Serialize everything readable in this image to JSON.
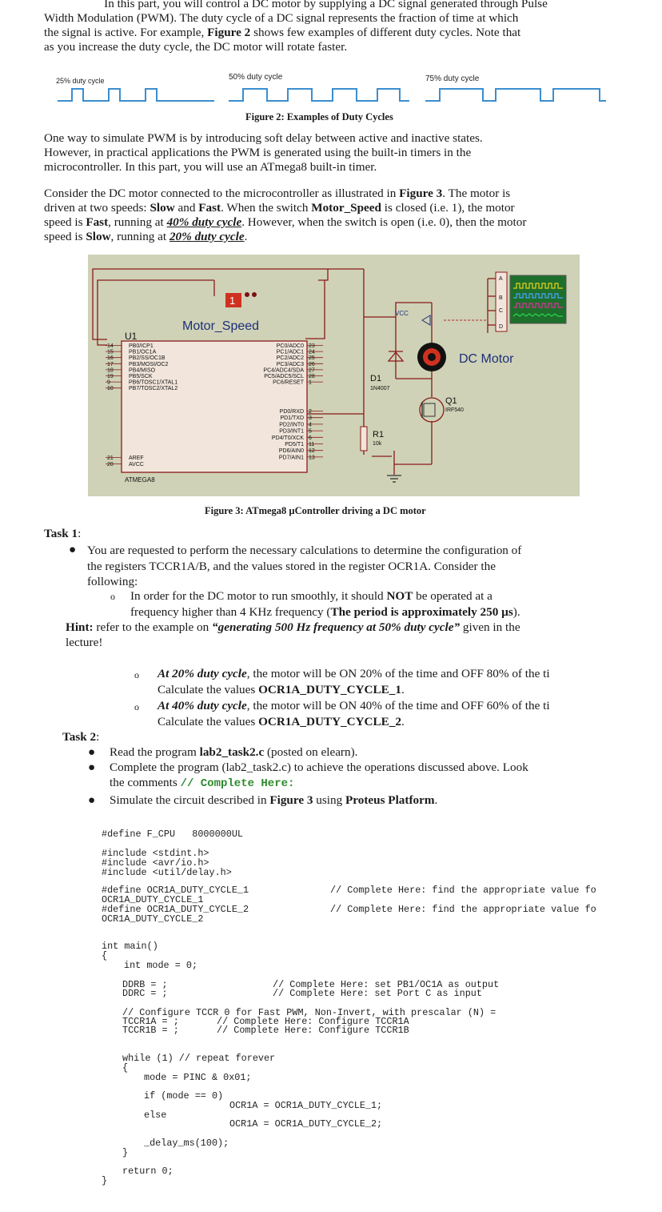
{
  "intro": {
    "line1": "In this part, you will control a DC motor by supplying a DC signal generated through Pulse",
    "line2": "Width Modulation (PWM). The duty cycle of a DC signal represents the fraction of time at which",
    "line3a": "the signal is active. For example, ",
    "line3b": "Figure 2",
    "line3c": " shows few examples of different duty cycles. Note that",
    "line4": "as you increase the duty cycle, the DC motor will rotate faster."
  },
  "figure2": {
    "label_25": "25% duty cycle",
    "label_50": "50% duty cycle",
    "label_75": "75% duty cycle",
    "caption": "Figure 2: Examples of Duty Cycles",
    "wave_color": "#3b8ed0"
  },
  "para2": {
    "line1": "One way to simulate PWM is by introducing soft delay between active and inactive states.",
    "line2": "However, in practical applications the PWM is generated using the built-in timers in the",
    "line3": "microcontroller. In this part, you will use an ATmega8 built-in timer."
  },
  "para3": {
    "l1a": "Consider the DC motor connected to the microcontroller as illustrated in ",
    "l1b": "Figure 3",
    "l1c": ". The motor is",
    "l2a": "driven at two speeds: ",
    "l2b": "Slow",
    "l2c": " and ",
    "l2d": "Fast",
    "l2e": ". When the switch ",
    "l2f": "Motor_Speed",
    "l2g": " is closed (i.e. 1), the motor",
    "l3a": "speed is ",
    "l3b": "Fast",
    "l3c": ", running at ",
    "l3d": "40% duty cycle",
    "l3e": ". However, when the switch is open (i.e. 0), then the motor",
    "l4a": "speed is ",
    "l4b": "Slow",
    "l4c": ", running at ",
    "l4d": "20% duty cycle",
    "l4e": "."
  },
  "figure3": {
    "caption": "Figure 3: ATmega8 µController driving a DC motor",
    "u1": "U1",
    "switch_label": "Motor_Speed",
    "switch_state": "1",
    "chip_name": "ATMEGA8",
    "dc_motor": "DC Motor",
    "d1": "D1",
    "d1_part": "1N4007",
    "q1": "Q1",
    "q1_part": "IRF540",
    "r1": "R1",
    "r1_val": "10k",
    "vcc": "VCC",
    "scope_channels": [
      "A",
      "B",
      "C",
      "D"
    ],
    "left_pins": [
      {
        "num": "14",
        "name": "PB0/ICP1"
      },
      {
        "num": "15",
        "name": "PB1/OC1A"
      },
      {
        "num": "16",
        "name": "PB2/SS/OC1B"
      },
      {
        "num": "17",
        "name": "PB3/MOSI/OC2"
      },
      {
        "num": "18",
        "name": "PB4/MISO"
      },
      {
        "num": "19",
        "name": "PB5/SCK"
      },
      {
        "num": "9",
        "name": "PB6/TOSC1/XTAL1"
      },
      {
        "num": "10",
        "name": "PB7/TOSC2/XTAL2"
      }
    ],
    "left_pins2": [
      {
        "num": "21",
        "name": "AREF"
      },
      {
        "num": "20",
        "name": "AVCC"
      }
    ],
    "right_pins_c": [
      {
        "num": "23",
        "name": "PC0/ADC0"
      },
      {
        "num": "24",
        "name": "PC1/ADC1"
      },
      {
        "num": "25",
        "name": "PC2/ADC2"
      },
      {
        "num": "26",
        "name": "PC3/ADC3"
      },
      {
        "num": "27",
        "name": "PC4/ADC4/SDA"
      },
      {
        "num": "28",
        "name": "PC5/ADC5/SCL"
      },
      {
        "num": "1",
        "name": "PC6/RESET"
      }
    ],
    "right_pins_d": [
      {
        "num": "2",
        "name": "PD0/RXD"
      },
      {
        "num": "3",
        "name": "PD1/TXD"
      },
      {
        "num": "4",
        "name": "PD2/INT0"
      },
      {
        "num": "5",
        "name": "PD3/INT1"
      },
      {
        "num": "6",
        "name": "PD4/T0/XCK"
      },
      {
        "num": "11",
        "name": "PD5/T1"
      },
      {
        "num": "12",
        "name": "PD6/AIN0"
      },
      {
        "num": "13",
        "name": "PD7/AIN1"
      }
    ]
  },
  "task1": {
    "title": "Task 1",
    "colon": ":",
    "b1_l1": "You are requested to perform the necessary calculations to determine the configuration of",
    "b1_l2": "the registers TCCR1A/B, and the values stored in the register OCR1A. Consider the",
    "b1_l3": "following:",
    "sub1_l1a": "In order for the DC motor to run smoothly, it should ",
    "sub1_l1b": "NOT",
    "sub1_l1c": " be operated at a",
    "sub1_l2a": "frequency higher than 4 KHz frequency (",
    "sub1_l2b": "The period is approximately 250 µs",
    "sub1_l2c": ").",
    "hint_a": "Hint:",
    "hint_b": " refer to the example on ",
    "hint_c": "“generating 500 Hz frequency at 50% duty cycle”",
    "hint_d": " given in the",
    "hint_l2": "lecture!",
    "sub2_l1a": "At 20% duty cycle",
    "sub2_l1b": ", the motor will be ON 20% of the time and OFF 80% of the ti",
    "sub2_l2a": "Calculate the values ",
    "sub2_l2b": "OCR1A_DUTY_CYCLE_1",
    "sub2_l2c": ".",
    "sub3_l1a": "At 40% duty cycle",
    "sub3_l1b": ", the motor will be ON 40% of the time and OFF 60% of the ti",
    "sub3_l2a": "Calculate the values ",
    "sub3_l2b": "OCR1A_DUTY_CYCLE_2",
    "sub3_l2c": "."
  },
  "task2": {
    "title": "Task 2",
    "colon": ":",
    "b1a": "Read the program ",
    "b1b": "lab2_task2.c",
    "b1c": " (posted on elearn).",
    "b2a": "Complete the program (lab2_task2.c) to achieve the operations discussed above. Look",
    "b2b": "the comments ",
    "b2c": "// Complete Here:",
    "b3a": "Simulate the circuit described in ",
    "b3b": "Figure 3",
    "b3c": " using ",
    "b3d": "Proteus Platform",
    "b3e": "."
  },
  "code": {
    "c01": "#define F_CPU   8000000UL",
    "c02": "#include <stdint.h>",
    "c03": "#include <avr/io.h>",
    "c04": "#include <util/delay.h>",
    "c05": "#define OCR1A_DUTY_CYCLE_1",
    "c05b": "// Complete Here: find the appropriate value fo",
    "c06": "OCR1A_DUTY_CYCLE_1",
    "c07": "#define OCR1A_DUTY_CYCLE_2",
    "c07b": "// Complete Here: find the appropriate value fo",
    "c08": "OCR1A_DUTY_CYCLE_2",
    "c09": "int main()",
    "c10": "{",
    "c11": "int mode = 0;",
    "c12": "DDRB = ;",
    "c12b": "// Complete Here: set PB1/OC1A as output",
    "c13": "DDRC = ;",
    "c13b": "// Complete Here: set Port C as input",
    "c14": "// Configure TCCR 0 for Fast PWM, Non-Invert, with prescalar (N) =",
    "c15": "TCCR1A = ;",
    "c15b": "// Complete Here: Configure TCCR1A",
    "c16": "TCCR1B = ;",
    "c16b": "// Complete Here: Configure TCCR1B",
    "c17": "while (1) // repeat forever",
    "c18": "{",
    "c19": "mode = PINC & 0x01;",
    "c20": "if (mode == 0)",
    "c21": "OCR1A = OCR1A_DUTY_CYCLE_1;",
    "c22": "else",
    "c23": "OCR1A = OCR1A_DUTY_CYCLE_2;",
    "c24": "_delay_ms(100);",
    "c25": "}",
    "c26": "return 0;",
    "c27": "}"
  },
  "colors": {
    "schematic_bg": "#cfd2b6",
    "wire": "#8b1a1a",
    "chip_fill": "#f2e6dc",
    "scope_bg": "#1e6f2c",
    "blue_label": "#1d2f7a",
    "green_comment": "#2e8b2e"
  }
}
